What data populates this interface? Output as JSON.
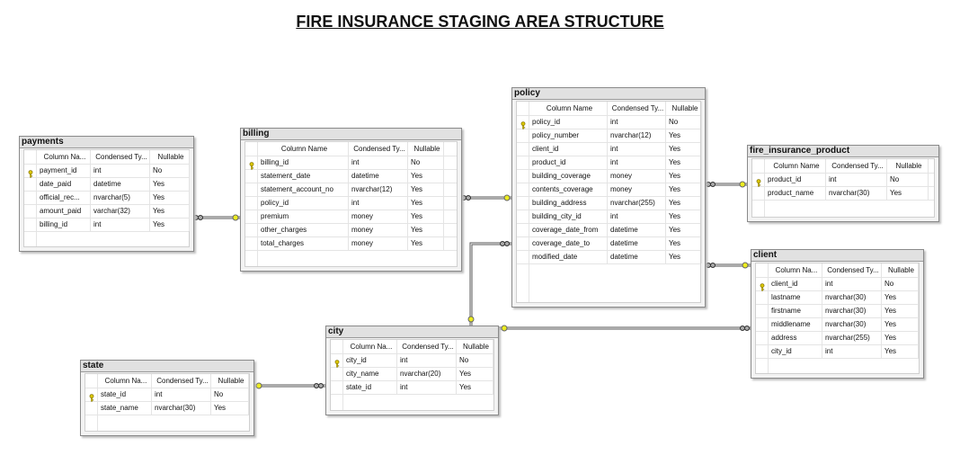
{
  "page": {
    "title": "FIRE INSURANCE STAGING AREA STRUCTURE"
  },
  "tables": {
    "payments": {
      "name": "payments",
      "headers": [
        "Column Na...",
        "Condensed Ty...",
        "Nullable"
      ],
      "rows": [
        {
          "col": "payment_id",
          "type": "int",
          "nullable": "No",
          "key": true
        },
        {
          "col": "date_paid",
          "type": "datetime",
          "nullable": "Yes",
          "key": false
        },
        {
          "col": "official_rec...",
          "type": "nvarchar(5)",
          "nullable": "Yes",
          "key": false
        },
        {
          "col": "amount_paid",
          "type": "varchar(32)",
          "nullable": "Yes",
          "key": false
        },
        {
          "col": "billing_id",
          "type": "int",
          "nullable": "Yes",
          "key": false
        }
      ]
    },
    "billing": {
      "name": "billing",
      "headers": [
        "Column Name",
        "Condensed Ty...",
        "Nullable"
      ],
      "rows": [
        {
          "col": "billing_id",
          "type": "int",
          "nullable": "No",
          "key": true
        },
        {
          "col": "statement_date",
          "type": "datetime",
          "nullable": "Yes",
          "key": false
        },
        {
          "col": "statement_account_no",
          "type": "nvarchar(12)",
          "nullable": "Yes",
          "key": false
        },
        {
          "col": "policy_id",
          "type": "int",
          "nullable": "Yes",
          "key": false
        },
        {
          "col": "premium",
          "type": "money",
          "nullable": "Yes",
          "key": false
        },
        {
          "col": "other_charges",
          "type": "money",
          "nullable": "Yes",
          "key": false
        },
        {
          "col": "total_charges",
          "type": "money",
          "nullable": "Yes",
          "key": false
        }
      ]
    },
    "policy": {
      "name": "policy",
      "headers": [
        "Column Name",
        "Condensed Ty...",
        "Nullable"
      ],
      "rows": [
        {
          "col": "policy_id",
          "type": "int",
          "nullable": "No",
          "key": true
        },
        {
          "col": "policy_number",
          "type": "nvarchar(12)",
          "nullable": "Yes",
          "key": false
        },
        {
          "col": "client_id",
          "type": "int",
          "nullable": "Yes",
          "key": false
        },
        {
          "col": "product_id",
          "type": "int",
          "nullable": "Yes",
          "key": false
        },
        {
          "col": "building_coverage",
          "type": "money",
          "nullable": "Yes",
          "key": false
        },
        {
          "col": "contents_coverage",
          "type": "money",
          "nullable": "Yes",
          "key": false
        },
        {
          "col": "building_address",
          "type": "nvarchar(255)",
          "nullable": "Yes",
          "key": false
        },
        {
          "col": "building_city_id",
          "type": "int",
          "nullable": "Yes",
          "key": false
        },
        {
          "col": "coverage_date_from",
          "type": "datetime",
          "nullable": "Yes",
          "key": false
        },
        {
          "col": "coverage_date_to",
          "type": "datetime",
          "nullable": "Yes",
          "key": false
        },
        {
          "col": "modified_date",
          "type": "datetime",
          "nullable": "Yes",
          "key": false
        }
      ]
    },
    "fire_insurance_product": {
      "name": "fire_insurance_product",
      "headers": [
        "Column Name",
        "Condensed Ty...",
        "Nullable"
      ],
      "rows": [
        {
          "col": "product_id",
          "type": "int",
          "nullable": "No",
          "key": true
        },
        {
          "col": "product_name",
          "type": "nvarchar(30)",
          "nullable": "Yes",
          "key": false
        }
      ]
    },
    "client": {
      "name": "client",
      "headers": [
        "Column Na...",
        "Condensed Ty...",
        "Nullable"
      ],
      "rows": [
        {
          "col": "client_id",
          "type": "int",
          "nullable": "No",
          "key": true
        },
        {
          "col": "lastname",
          "type": "nvarchar(30)",
          "nullable": "Yes",
          "key": false
        },
        {
          "col": "firstname",
          "type": "nvarchar(30)",
          "nullable": "Yes",
          "key": false
        },
        {
          "col": "middlename",
          "type": "nvarchar(30)",
          "nullable": "Yes",
          "key": false
        },
        {
          "col": "address",
          "type": "nvarchar(255)",
          "nullable": "Yes",
          "key": false
        },
        {
          "col": "city_id",
          "type": "int",
          "nullable": "Yes",
          "key": false
        }
      ]
    },
    "city": {
      "name": "city",
      "headers": [
        "Column Na...",
        "Condensed Ty...",
        "Nullable"
      ],
      "rows": [
        {
          "col": "city_id",
          "type": "int",
          "nullable": "No",
          "key": true
        },
        {
          "col": "city_name",
          "type": "nvarchar(20)",
          "nullable": "Yes",
          "key": false
        },
        {
          "col": "state_id",
          "type": "int",
          "nullable": "Yes",
          "key": false
        }
      ]
    },
    "state": {
      "name": "state",
      "headers": [
        "Column Na...",
        "Condensed Ty...",
        "Nullable"
      ],
      "rows": [
        {
          "col": "state_id",
          "type": "int",
          "nullable": "No",
          "key": true
        },
        {
          "col": "state_name",
          "type": "nvarchar(30)",
          "nullable": "Yes",
          "key": false
        }
      ]
    }
  },
  "colors": {
    "key_icon": "#d8c400",
    "line": "#555555",
    "header_bg": "#e1e1e1"
  }
}
